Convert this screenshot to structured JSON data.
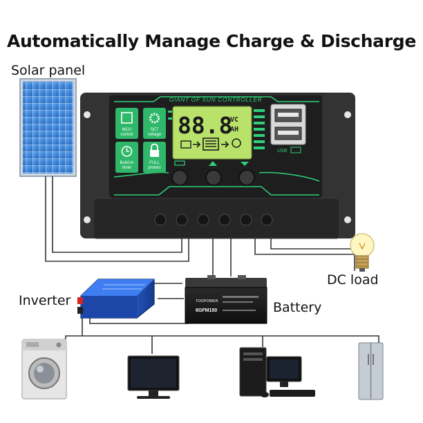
{
  "title": "Automatically Manage Charge & Discharge",
  "labels": {
    "solar_panel": "Solar panel",
    "dc_load": "DC load",
    "inverter": "Inverter",
    "battery": "Battery"
  },
  "controller": {
    "brand_line": "GIANT OF SUN CONTROLLER",
    "display_value": "88.8",
    "unit_top": "VC",
    "unit_bottom": "AH",
    "usb_label": "USB",
    "features": [
      {
        "icon": "chip-icon",
        "line1": "MCU",
        "line2": "control"
      },
      {
        "icon": "gear-icon",
        "line1": "SET",
        "line2": "voltage"
      },
      {
        "icon": "clock-icon",
        "line1": "Build-in",
        "line2": "timer"
      },
      {
        "icon": "lock-icon",
        "line1": "FULL",
        "line2": "protect"
      }
    ]
  },
  "battery": {
    "brand": "TOOPOWER",
    "model": "6GFM150"
  },
  "appliances": [
    "washing-machine-icon",
    "monitor-icon",
    "desktop-computer-icon",
    "refrigerator-icon"
  ],
  "colors": {
    "controller_body": "#2b2b2b",
    "accent_green": "#2fd27a",
    "lcd": "#b9e26a",
    "solar_cell": "#3b82d6",
    "inverter_blue": "#1f56c4"
  }
}
